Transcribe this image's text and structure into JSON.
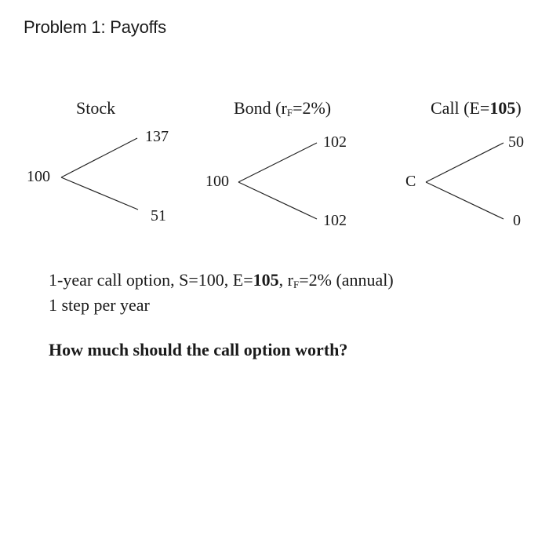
{
  "title": "Problem 1:  Payoffs",
  "stock": {
    "label": "Stock",
    "root": "100",
    "up": "137",
    "down": "51"
  },
  "bond": {
    "label_pre": "Bond (r",
    "label_sub": "F",
    "label_post": "=2%)",
    "root": "100",
    "up": "102",
    "down": "102"
  },
  "call": {
    "label_pre": "Call (E=",
    "label_bold": "105",
    "label_post": ")",
    "root": "C",
    "up": "50",
    "down": "0"
  },
  "description": {
    "line1_pre": "1-year call option, S=100, E=",
    "line1_bold": "105",
    "line1_mid": ", r",
    "line1_sub": "F",
    "line1_post": "=2% (annual)",
    "line2": "1 step per year"
  },
  "question": "How much should the call option worth?"
}
